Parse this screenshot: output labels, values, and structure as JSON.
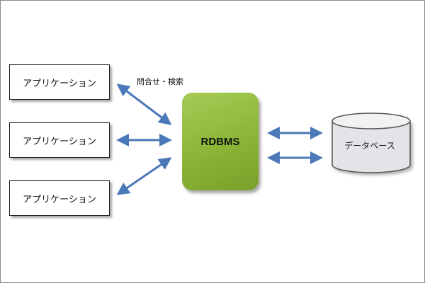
{
  "apps": [
    {
      "label": "アプリケーション"
    },
    {
      "label": "アプリケーション"
    },
    {
      "label": "アプリケーション"
    }
  ],
  "rdbms": {
    "label": "RDBMS"
  },
  "edge_label": "問合せ・検索",
  "database": {
    "label": "データベース"
  },
  "colors": {
    "arrow": "#4a78b8",
    "rdbms_fill": "#8ab536",
    "db_fill": "#e4e4e8"
  }
}
